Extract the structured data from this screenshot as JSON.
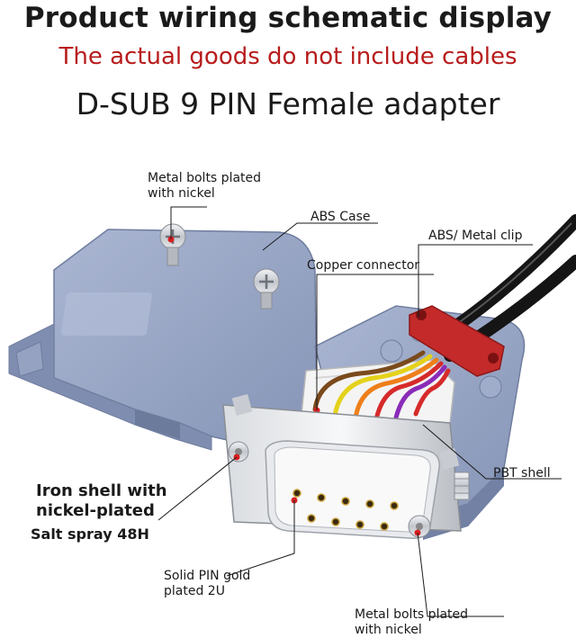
{
  "header": {
    "title": "Product wiring schematic display",
    "subtitle": "The actual goods do not include cables",
    "product": "D-SUB 9 PIN  Female adapter"
  },
  "callouts": {
    "metal_bolts_top": "Metal bolts plated\nwith nickel",
    "abs_case": "ABS Case",
    "abs_metal_clip": "ABS/ Metal clip",
    "copper_connector": "Copper connector",
    "pbt_shell": "PBT shell",
    "iron_shell": "Iron shell with\nnickel-plated",
    "salt_spray": "Salt spray 48H",
    "solid_pin": "Solid PIN gold\nplated 2U",
    "metal_bolts_bottom": "Metal bolts plated\nwith nickel"
  },
  "colors": {
    "case_blue": "#9aa8c6",
    "case_shadow": "#7d8bab",
    "metal": "#c9cdd3",
    "clip_red": "#c42a2a",
    "callout_dot": "#d81f1f",
    "subtitle_red": "#b81c1c",
    "wires": [
      "#7a4a1c",
      "#e4d21a",
      "#ee7f1a",
      "#d62a2a",
      "#8a2bb8"
    ]
  }
}
